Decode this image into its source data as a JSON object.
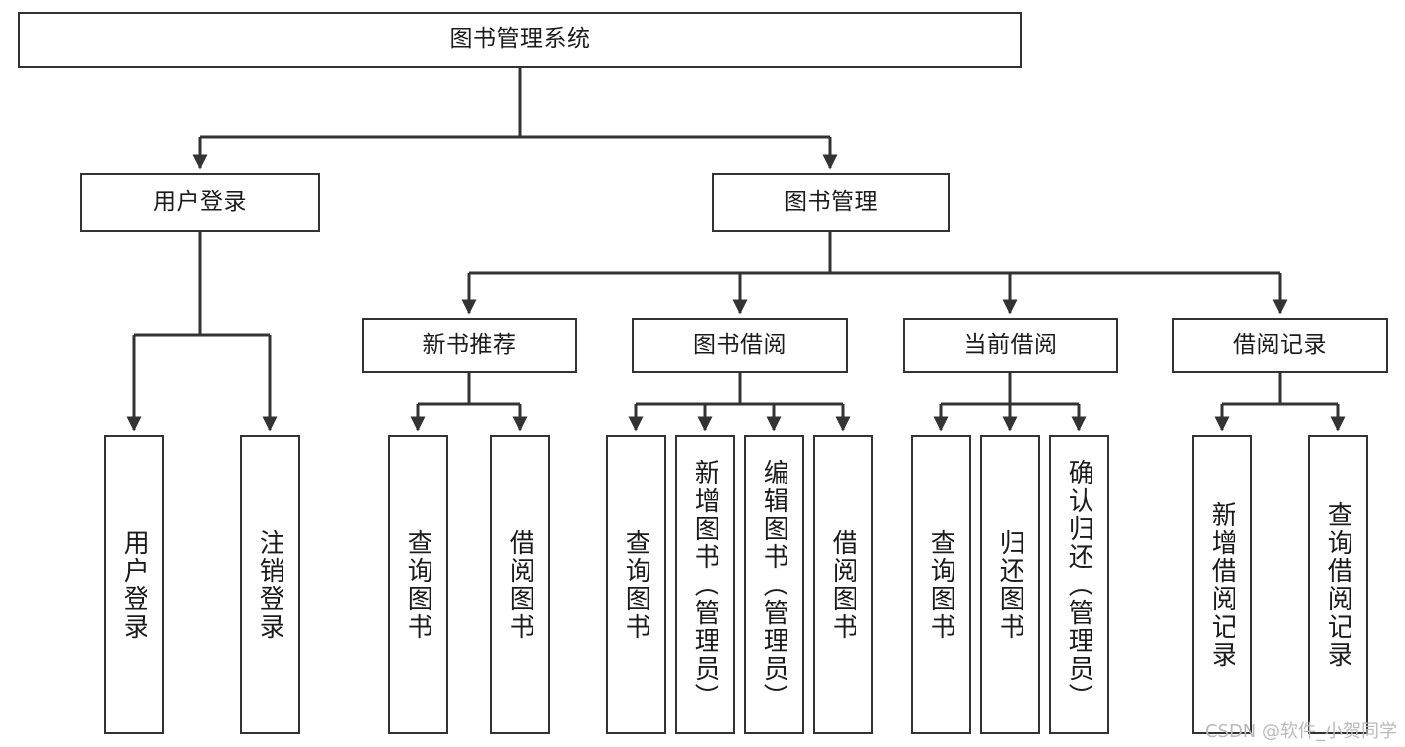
{
  "diagram": {
    "type": "tree",
    "title": "图书管理系统",
    "watermark": "CSDN @软件_小贺同学",
    "colors": {
      "line": "#333333",
      "box_border": "#333333",
      "box_fill": "#ffffff",
      "text": "#1b1b1b",
      "watermark": "#b9b9b9"
    },
    "nodes": {
      "root": {
        "label": "图书管理系统"
      },
      "level2": [
        {
          "label": "用户登录"
        },
        {
          "label": "图书管理"
        }
      ],
      "level3": [
        {
          "label": "新书推荐"
        },
        {
          "label": "图书借阅"
        },
        {
          "label": "当前借阅"
        },
        {
          "label": "借阅记录"
        }
      ],
      "leaves": {
        "user_login": [
          {
            "label": "用户登录"
          },
          {
            "label": "注销登录"
          }
        ],
        "new_book_recommend": [
          {
            "label": "查询图书"
          },
          {
            "label": "借阅图书"
          }
        ],
        "book_borrow": [
          {
            "label": "查询图书"
          },
          {
            "label": "新增图书（管理员）"
          },
          {
            "label": "编辑图书（管理员）"
          },
          {
            "label": "借阅图书"
          }
        ],
        "current_borrow": [
          {
            "label": "查询图书"
          },
          {
            "label": "归还图书"
          },
          {
            "label": "确认归还（管理员）"
          }
        ],
        "borrow_record": [
          {
            "label": "新增借阅记录"
          },
          {
            "label": "查询借阅记录"
          }
        ]
      }
    }
  }
}
